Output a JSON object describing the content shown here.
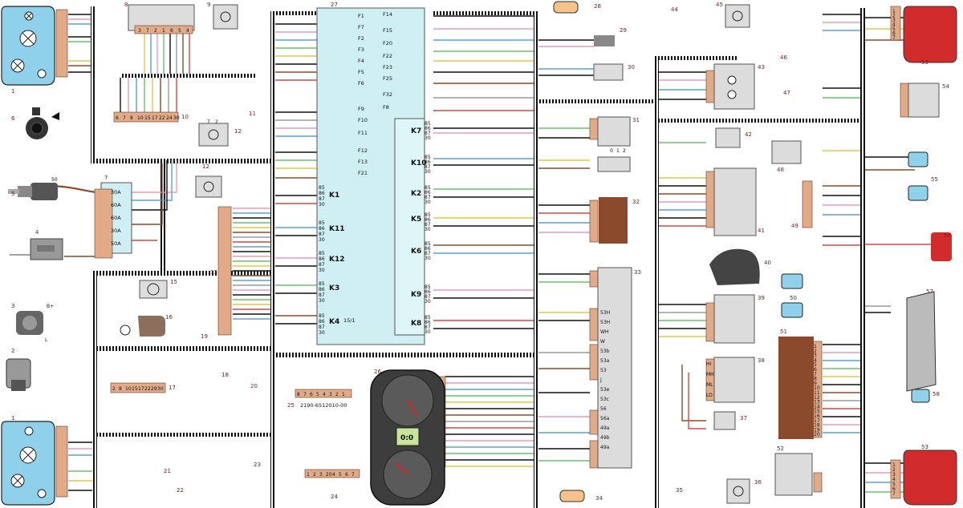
{
  "diagram": {
    "component_numbers": [
      "1",
      "2",
      "3",
      "4",
      "5",
      "6",
      "7",
      "8",
      "9",
      "10",
      "11",
      "12",
      "13",
      "15",
      "16",
      "17",
      "18",
      "19",
      "20",
      "21",
      "22",
      "23",
      "24",
      "25",
      "26",
      "27",
      "28",
      "29",
      "30",
      "31",
      "32",
      "33",
      "34",
      "35",
      "36",
      "37",
      "38",
      "39",
      "40",
      "41",
      "42",
      "43",
      "44",
      "45",
      "46",
      "47",
      "48",
      "49",
      "50",
      "51",
      "52",
      "53",
      "54",
      "55",
      "56",
      "57",
      "58"
    ],
    "fuse_box_27": {
      "fuses_left": [
        "F1",
        "F7",
        "F2",
        "F3",
        "F4",
        "F5",
        "F6",
        "F9",
        "F10",
        "F11",
        "F12",
        "F13",
        "F21"
      ],
      "fuses_right": [
        "F14",
        "F15",
        "F20",
        "F22",
        "F23",
        "F25",
        "F32",
        "F8"
      ],
      "relays_left": [
        "K1",
        "K11",
        "K12",
        "K3",
        "K4"
      ],
      "relays_right": [
        "K7",
        "K10",
        "K2",
        "K5",
        "K6",
        "K9",
        "K8"
      ],
      "k4_label": "15/1",
      "relay_pins": [
        "85",
        "86",
        "87",
        "30"
      ]
    },
    "fuse_block_7": {
      "ratings": [
        "30A",
        "60A",
        "60A",
        "30A",
        "50A"
      ]
    },
    "ignition_switch_8_pins": [
      "3",
      "7",
      "2",
      "1",
      "6",
      "5",
      "4"
    ],
    "connector_10_pins": [
      "6",
      "7",
      "8",
      "10",
      "15",
      "17",
      "22",
      "24",
      "30"
    ],
    "connector_17_pins": [
      "2",
      "8",
      "10",
      "15",
      "17",
      "22",
      "29",
      "30"
    ],
    "connector_25": {
      "pins": [
        "8",
        "7",
        "6",
        "5",
        "4",
        "3",
        "2",
        "1"
      ],
      "part_number": "2190-6512010-00"
    },
    "connector_24_pins": [
      "1",
      "2",
      "3",
      "20",
      "4",
      "5",
      "6",
      "7"
    ],
    "connector_12_pins": [
      "7",
      "2"
    ],
    "switch_31_positions": [
      "0",
      "1",
      "2"
    ],
    "column_switch_33_pins": [
      "53H",
      "53H",
      "WH",
      "W",
      "53b",
      "53a",
      "53",
      "J",
      "53e",
      "53c",
      "56",
      "56a",
      "49a",
      "49b",
      "49a"
    ],
    "connector_38_pins": [
      "HI",
      "MH",
      "ML",
      "LO"
    ],
    "starter_5_terminal": "50",
    "generator_3_terminals": [
      "B+",
      "L"
    ],
    "instrument_cluster_display": "0:0",
    "harness_51_pins": [
      "1",
      "2",
      "3",
      "4",
      "5",
      "6",
      "7",
      "8",
      "9",
      "10",
      "11",
      "12",
      "13",
      "14",
      "15",
      "16",
      "17",
      "18",
      "19",
      "20"
    ],
    "connector_53_pins": [
      "1",
      "2",
      "3",
      "4",
      "5",
      "6",
      "7"
    ]
  },
  "colors": {
    "wire_black": "#111111",
    "wire_brown": "#8b4a2b",
    "wire_red": "#d24a4a",
    "wire_pink": "#e79bbf",
    "wire_blue": "#5aa0d8",
    "wire_green": "#6fbf6f",
    "wire_yellow": "#e4c74a",
    "wire_gray": "#9a9a9a",
    "wire_orange": "#e39a3c",
    "connector": "#e3aa87",
    "fuse_box_bg": "#cfeff3",
    "relay_block_bg": "#dcdcdc",
    "headlight_glass": "#8fd1ea",
    "taillight_red": "#d22b2b",
    "label_text": "#7a2222"
  }
}
